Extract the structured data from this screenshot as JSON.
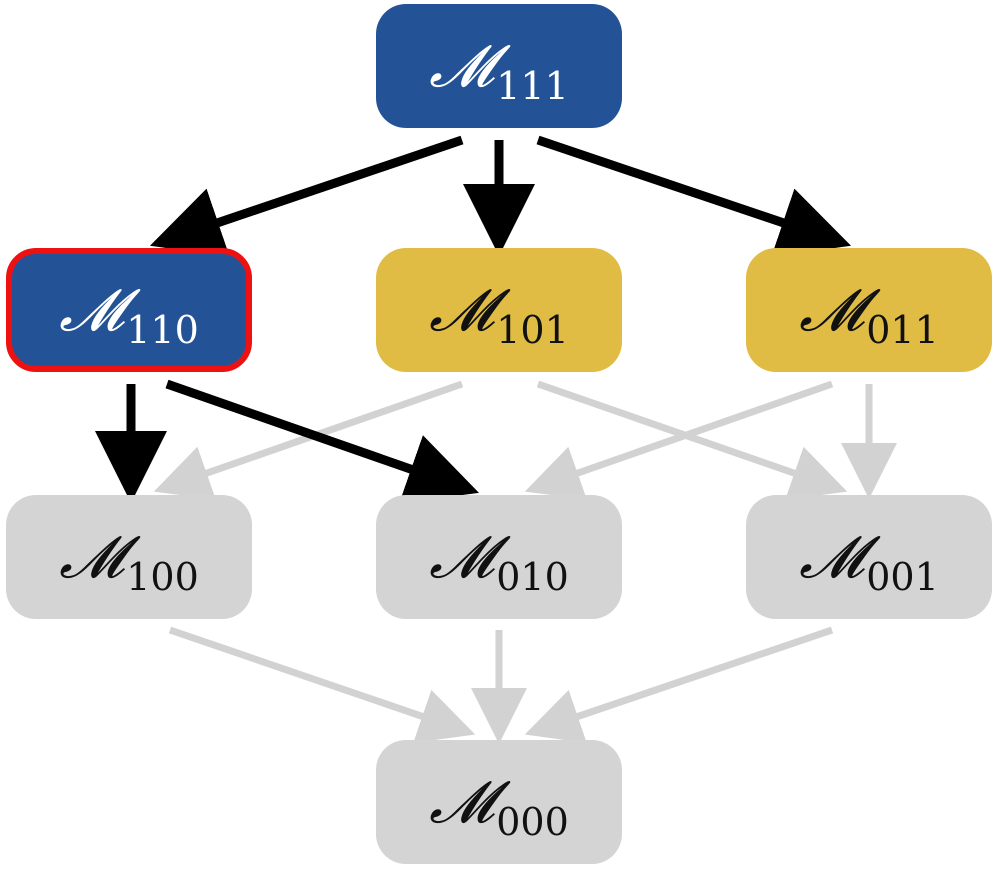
{
  "diagram": {
    "symbol": "𝓜",
    "nodes": {
      "n111": {
        "subscript": "111",
        "state": "blue"
      },
      "n110": {
        "subscript": "110",
        "state": "blue",
        "selected": true
      },
      "n101": {
        "subscript": "101",
        "state": "gold"
      },
      "n011": {
        "subscript": "011",
        "state": "gold"
      },
      "n100": {
        "subscript": "100",
        "state": "grey"
      },
      "n010": {
        "subscript": "010",
        "state": "grey"
      },
      "n001": {
        "subscript": "001",
        "state": "grey"
      },
      "n000": {
        "subscript": "000",
        "state": "grey"
      }
    },
    "edges": [
      {
        "from": "111",
        "to": "110",
        "style": "active"
      },
      {
        "from": "111",
        "to": "101",
        "style": "active"
      },
      {
        "from": "111",
        "to": "011",
        "style": "active"
      },
      {
        "from": "110",
        "to": "100",
        "style": "active"
      },
      {
        "from": "110",
        "to": "010",
        "style": "active"
      },
      {
        "from": "101",
        "to": "100",
        "style": "inactive"
      },
      {
        "from": "101",
        "to": "001",
        "style": "inactive"
      },
      {
        "from": "011",
        "to": "010",
        "style": "inactive"
      },
      {
        "from": "011",
        "to": "001",
        "style": "inactive"
      },
      {
        "from": "100",
        "to": "000",
        "style": "inactive"
      },
      {
        "from": "010",
        "to": "000",
        "style": "inactive"
      },
      {
        "from": "001",
        "to": "000",
        "style": "inactive"
      }
    ],
    "colors": {
      "blue": "#235396",
      "gold": "#e0bc44",
      "grey": "#d4d4d4",
      "selected_border": "#ee1111",
      "active_edge": "#000000",
      "inactive_edge": "#d2d2d2"
    }
  }
}
